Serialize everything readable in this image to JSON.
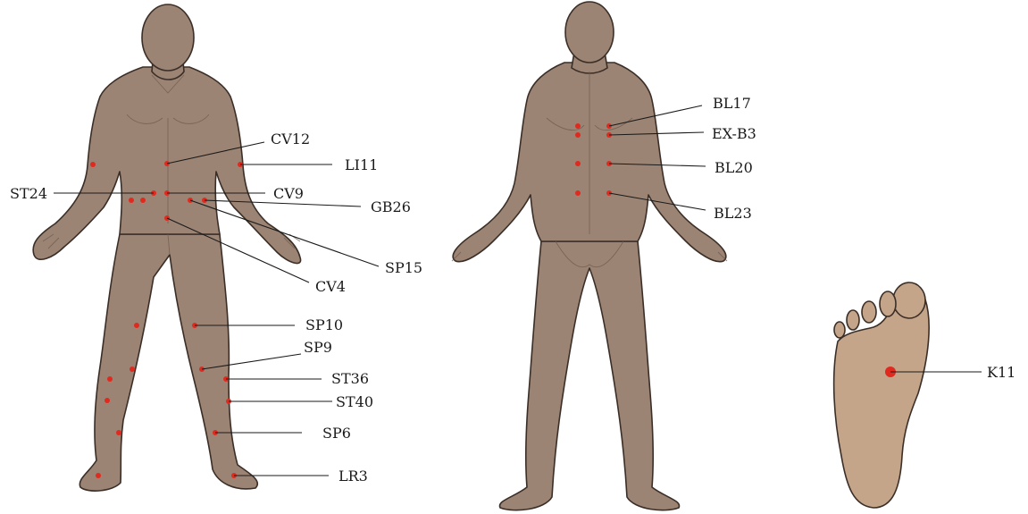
{
  "colors": {
    "point": "#e02a1f",
    "skin": "#9c8474",
    "foot": "#c4a58a",
    "leader": "#1a1a1a"
  },
  "front_figure": {
    "labels": {
      "cv12": "CV12",
      "li11": "LI11",
      "st24": "ST24",
      "cv9": "CV9",
      "gb26": "GB26",
      "sp15": "SP15",
      "cv4": "CV4",
      "sp10": "SP10",
      "sp9": "SP9",
      "st36": "ST36",
      "st40": "ST40",
      "sp6": "SP6",
      "lr3": "LR3"
    }
  },
  "back_figure": {
    "labels": {
      "bl17": "BL17",
      "exb3": "EX-B3",
      "bl20": "BL20",
      "bl23": "BL23"
    }
  },
  "foot": {
    "labels": {
      "k11": "K11"
    }
  }
}
